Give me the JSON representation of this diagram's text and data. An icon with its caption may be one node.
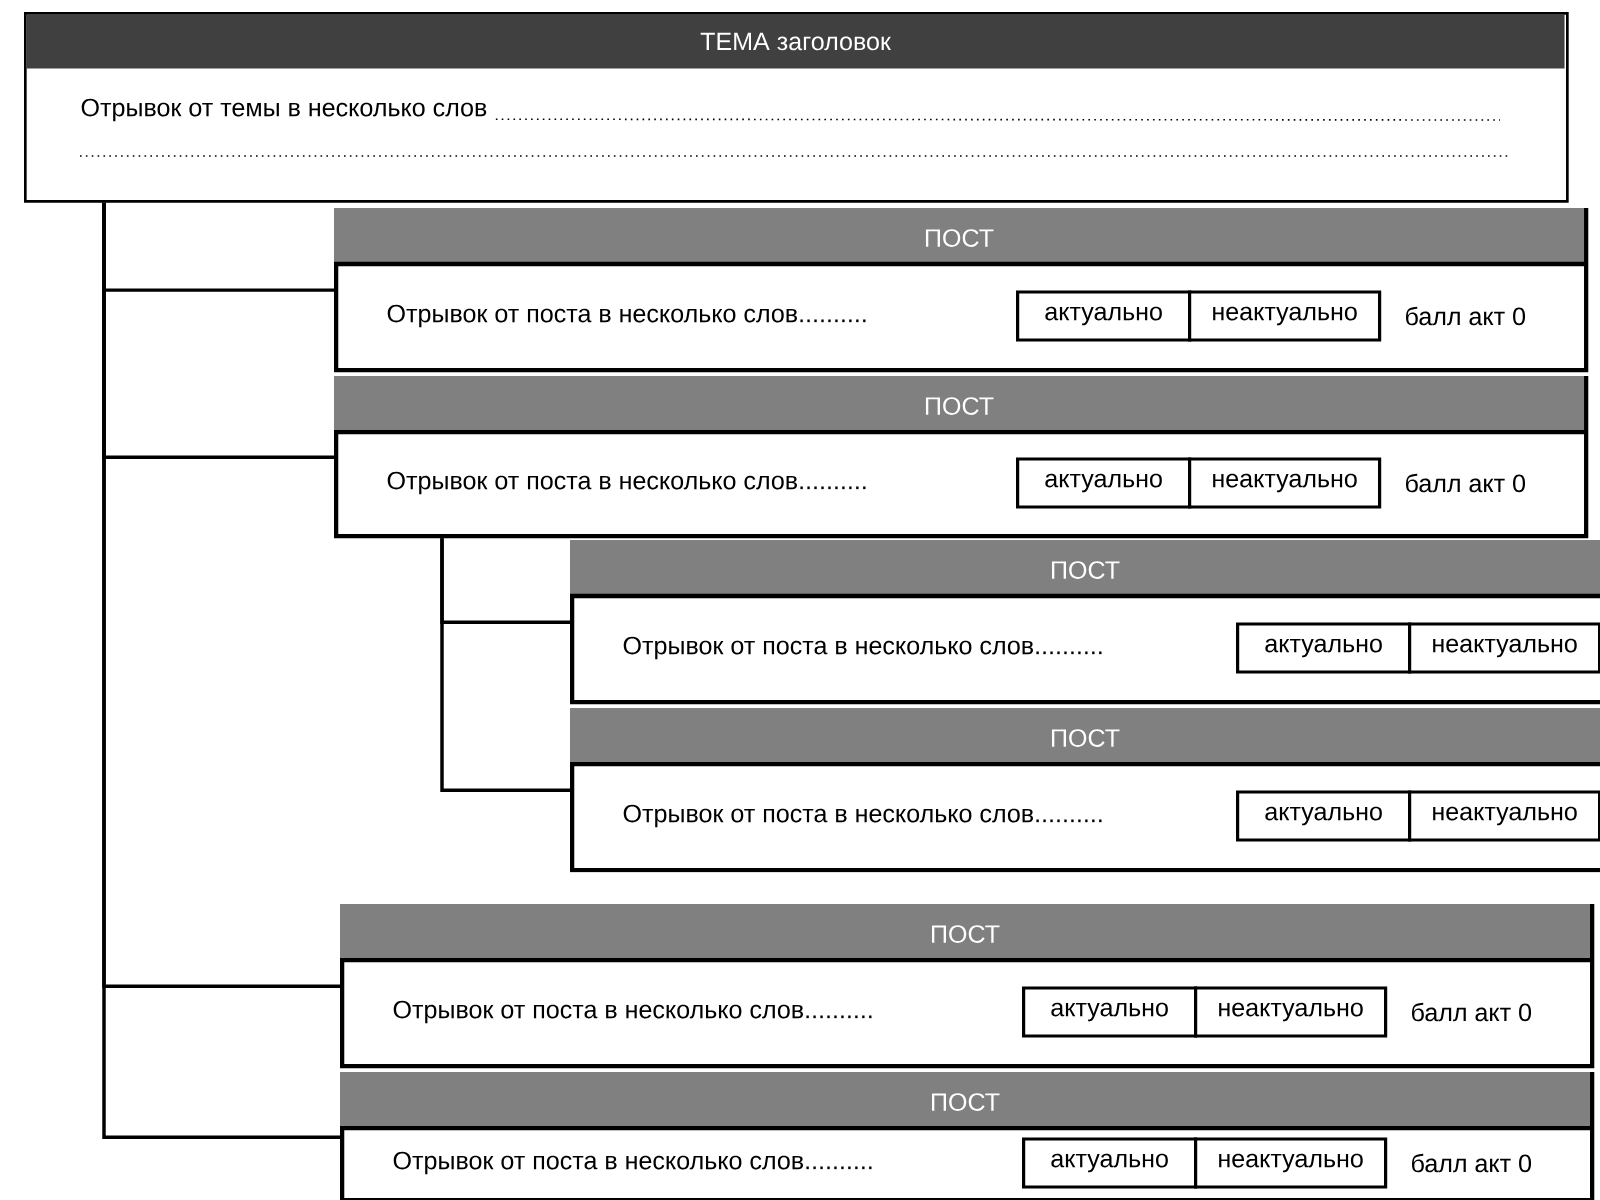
{
  "diagram": {
    "nodes": [
      {
        "text": [
          "ТЕМА заголовок",
          "Отрывок от темы в несколько слов"
        ]
      },
      {
        "text": [
          "ПОСТ",
          "Отрывок от поста в несколько слов..........",
          "балл акт 0"
        ]
      },
      {
        "text": [
          "актуально"
        ],
        "in": 1
      },
      {
        "text": [
          "неактуально"
        ],
        "in": 1
      },
      {
        "text": [
          "ПОСТ",
          "Отрывок от поста в несколько слов..........",
          "балл акт 0"
        ]
      },
      {
        "text": [
          "актуально"
        ],
        "in": 4
      },
      {
        "text": [
          "неактуально"
        ],
        "in": 4
      },
      {
        "text": [
          "ПОСТ",
          "Отрывок от поста в несколько слов.........."
        ]
      },
      {
        "text": [
          "актуально"
        ],
        "in": 7
      },
      {
        "text": [
          "неактуально"
        ],
        "in": 7
      },
      {
        "text": [
          "ПОСТ",
          "Отрывок от поста в несколько слов.........."
        ]
      },
      {
        "text": [
          "актуально"
        ],
        "in": 10
      },
      {
        "text": [
          "неактуально"
        ],
        "in": 10
      },
      {
        "text": [
          "ПОСТ",
          "Отрывок от поста в несколько слов..........",
          "балл акт 0"
        ]
      },
      {
        "text": [
          "актуально"
        ],
        "in": 13
      },
      {
        "text": [
          "неактуально"
        ],
        "in": 13
      },
      {
        "text": [
          "ПОСТ",
          "Отрывок от поста в несколько слов..........",
          "балл акт 0"
        ]
      },
      {
        "text": [
          "актуально"
        ],
        "in": 16
      },
      {
        "text": [
          "неактуально"
        ],
        "in": 16
      }
    ],
    "edges": [
      {
        "from": 0,
        "to": 1,
        "arrow": "none"
      },
      {
        "from": 0,
        "to": 4,
        "arrow": "none"
      },
      {
        "from": 0,
        "to": 13,
        "arrow": "none"
      },
      {
        "from": 0,
        "to": 16,
        "arrow": "none"
      },
      {
        "from": 4,
        "to": 7,
        "arrow": "none"
      },
      {
        "from": 4,
        "to": 10,
        "arrow": "none"
      }
    ]
  }
}
